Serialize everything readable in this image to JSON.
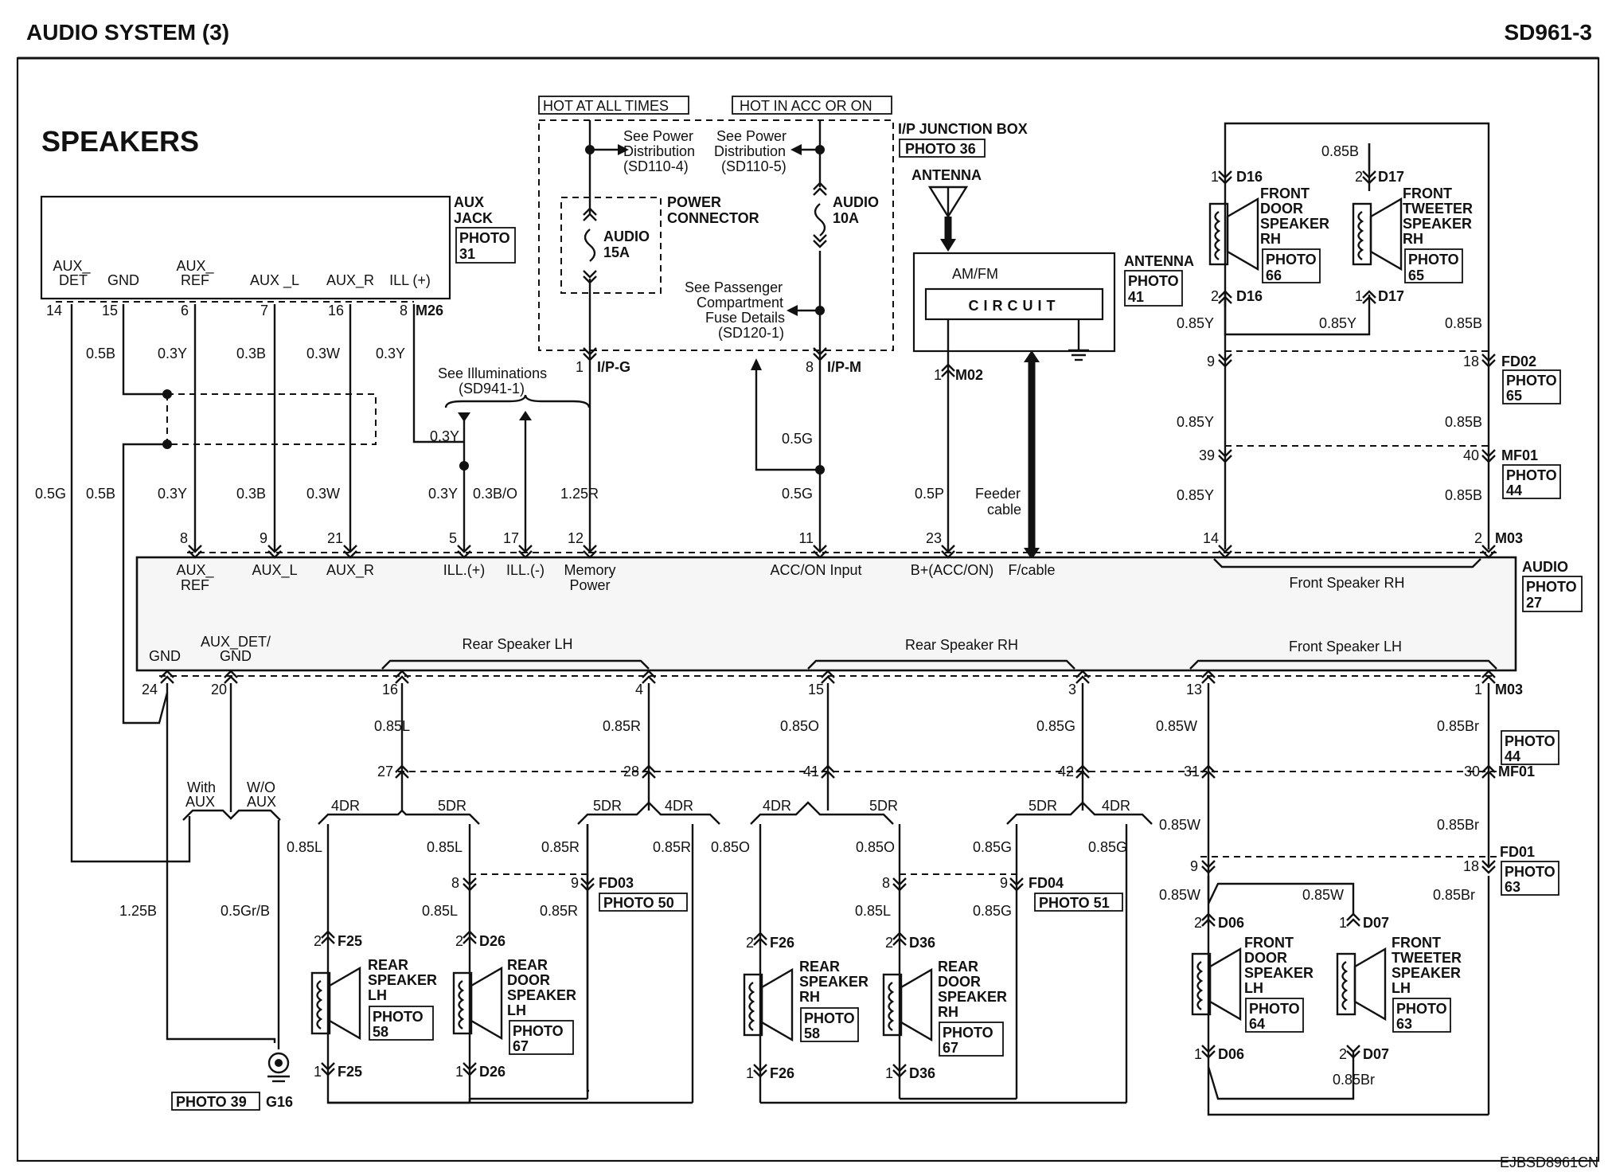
{
  "header": {
    "title": "AUDIO SYSTEM (3)",
    "code": "SD961-3"
  },
  "section_title": "SPEAKERS",
  "footer_code": "EJBSD8961CN",
  "power": {
    "hot_all": "HOT AT ALL TIMES",
    "hot_acc": "HOT IN ACC OR ON",
    "jbox": "I/P JUNCTION BOX",
    "jbox_photo": "PHOTO 36",
    "power_conn": [
      "POWER",
      "CONNECTOR"
    ],
    "fuse15": [
      "AUDIO",
      "15A"
    ],
    "fuse10": [
      "AUDIO",
      "10A"
    ],
    "see_pd1": [
      "See Power",
      "Distribution",
      "(SD110-4)"
    ],
    "see_pd2": [
      "See Power",
      "Distribution",
      "(SD110-5)"
    ],
    "see_pass": [
      "See Passenger",
      "Compartment",
      "Fuse Details",
      "(SD120-1)"
    ],
    "conn_ipg": "I/P-G",
    "conn_ipm": "I/P-M",
    "pin1": "1",
    "pin8": "8"
  },
  "aux_jack": {
    "label": [
      "AUX",
      "JACK"
    ],
    "photo": [
      "PHOTO",
      "31"
    ],
    "conn": "M26",
    "pins": [
      {
        "label1": "AUX_",
        "label2": "DET",
        "num": "14"
      },
      {
        "label1": "",
        "label2": "GND",
        "num": "15"
      },
      {
        "label1": "AUX_",
        "label2": "REF",
        "num": "6"
      },
      {
        "label1": "",
        "label2": "AUX _L",
        "num": "7"
      },
      {
        "label1": "",
        "label2": "AUX_R",
        "num": "16"
      },
      {
        "label1": "",
        "label2": "ILL (+)",
        "num": "8"
      }
    ],
    "wire_top": [
      "0.5B",
      "0.3Y",
      "0.3B",
      "0.3W",
      "0.3Y"
    ],
    "wire_bottom": [
      "0.5G",
      "0.5B",
      "0.3Y",
      "0.3B",
      "0.3W"
    ]
  },
  "illum": {
    "text": [
      "See Illuminations",
      "(SD941-1)"
    ],
    "w1": "0.3Y",
    "w2": "0.3Y",
    "w3": "0.3B/O"
  },
  "wires_mid": {
    "w125r": "1.25R",
    "w05g_a": "0.5G",
    "w05g_b": "0.5G",
    "w05p": "0.5P",
    "feeder": [
      "Feeder",
      "cable"
    ]
  },
  "antenna": {
    "label": "ANTENNA",
    "box_label": "ANTENNA",
    "photo": [
      "PHOTO",
      "41"
    ],
    "amfm": "AM/FM",
    "circuit": "CIRCUIT",
    "conn": "M02",
    "pin": "1"
  },
  "audio_unit": {
    "label": "AUDIO",
    "photo": [
      "PHOTO",
      "27"
    ],
    "conn_top": "M03",
    "conn_bottom": "M03",
    "top_pins": [
      "8",
      "9",
      "21",
      "5",
      "17",
      "12",
      "11",
      "23",
      "14",
      "2"
    ],
    "top_labels": [
      [
        "AUX_",
        "REF"
      ],
      [
        "AUX_L"
      ],
      [
        "AUX_R"
      ],
      [
        "ILL.(+)"
      ],
      [
        "ILL.(-)"
      ],
      [
        "Memory",
        "Power"
      ],
      [
        "ACC/ON Input"
      ],
      [
        "B+(ACC/ON)"
      ],
      [
        "F/cable"
      ]
    ],
    "front_rh": "Front Speaker RH",
    "bottom_left": [
      "GND",
      "AUX_DET/",
      "GND"
    ],
    "bottom_pins": [
      "24",
      "20",
      "16",
      "4",
      "15",
      "3",
      "13",
      "1"
    ],
    "groups": [
      "Rear Speaker LH",
      "Rear Speaker RH",
      "Front Speaker LH"
    ]
  },
  "front_rh": {
    "door": {
      "conn": "D16",
      "pin_top": "1",
      "pin_bot": "2",
      "name": [
        "FRONT",
        "DOOR",
        "SPEAKER",
        "RH"
      ],
      "photo": [
        "PHOTO",
        "66"
      ]
    },
    "tweeter": {
      "conn": "D17",
      "pin_top": "2",
      "pin_bot": "1",
      "name": [
        "FRONT",
        "TWEETER",
        "SPEAKER",
        "RH"
      ],
      "photo": [
        "PHOTO",
        "65"
      ]
    },
    "wires": [
      "0.85B",
      "0.85Y",
      "0.85Y",
      "0.85B",
      "0.85Y",
      "0.85B",
      "0.85Y",
      "0.85B"
    ],
    "fd02": {
      "conn": "FD02",
      "p1": "9",
      "p2": "18",
      "photo": [
        "PHOTO",
        "65"
      ]
    },
    "mf01": {
      "conn": "MF01",
      "p1": "39",
      "p2": "40",
      "photo": [
        "PHOTO",
        "44"
      ]
    }
  },
  "bottom": {
    "aux_sel": {
      "with": [
        "With",
        "AUX"
      ],
      "wo": [
        "W/O",
        "AUX"
      ]
    },
    "wires_left": [
      "1.25B",
      "0.5Gr/B"
    ],
    "ground": {
      "photo": "PHOTO 39",
      "conn": "G16"
    },
    "mf01_photo": [
      "PHOTO",
      "44"
    ],
    "mf01": "MF01",
    "mf01_pins": [
      "27",
      "28",
      "41",
      "42",
      "31",
      "30"
    ],
    "mid_wires": [
      "0.85L",
      "0.85R",
      "0.85O",
      "0.85G",
      "0.85W",
      "0.85Br"
    ],
    "door_labels": [
      "4DR",
      "5DR",
      "5DR",
      "4DR",
      "4DR",
      "5DR",
      "5DR",
      "4DR"
    ],
    "rlh": {
      "w": [
        "0.85L",
        "0.85L",
        "0.85R",
        "0.85R",
        "0.85L",
        "0.85R"
      ],
      "fd03": {
        "conn": "FD03",
        "p1": "8",
        "p2": "9",
        "photo": "PHOTO 50"
      },
      "spk": {
        "conn": "F25",
        "pt": "2",
        "pb": "1",
        "name": [
          "REAR",
          "SPEAKER",
          "LH"
        ],
        "photo": [
          "PHOTO",
          "58"
        ]
      },
      "door": {
        "conn": "D26",
        "pt": "2",
        "pb": "1",
        "name": [
          "REAR",
          "DOOR",
          "SPEAKER",
          "LH"
        ],
        "photo": [
          "PHOTO",
          "67"
        ]
      }
    },
    "rrh": {
      "w": [
        "0.85O",
        "0.85O",
        "0.85G",
        "0.85G",
        "0.85L",
        "0.85G"
      ],
      "fd04": {
        "conn": "FD04",
        "p1": "8",
        "p2": "9",
        "photo": "PHOTO 51"
      },
      "spk": {
        "conn": "F26",
        "pt": "2",
        "pb": "1",
        "name": [
          "REAR",
          "SPEAKER",
          "RH"
        ],
        "photo": [
          "PHOTO",
          "58"
        ]
      },
      "door": {
        "conn": "D36",
        "pt": "2",
        "pb": "1",
        "name": [
          "REAR",
          "DOOR",
          "SPEAKER",
          "RH"
        ],
        "photo": [
          "PHOTO",
          "67"
        ]
      }
    },
    "flh": {
      "w": [
        "0.85W",
        "0.85Br",
        "0.85W",
        "0.85W",
        "0.85Br",
        "0.85Br"
      ],
      "fd01": {
        "conn": "FD01",
        "p1": "9",
        "p2": "18",
        "photo": [
          "PHOTO",
          "63"
        ]
      },
      "door": {
        "conn_top": "D06",
        "conn_bot": "D06",
        "pt": "2",
        "pb": "1",
        "name": [
          "FRONT",
          "DOOR",
          "SPEAKER",
          "LH"
        ],
        "photo": [
          "PHOTO",
          "64"
        ]
      },
      "tweeter": {
        "conn_top": "D07",
        "conn_bot": "D07",
        "pt": "1",
        "pb": "2",
        "name": [
          "FRONT",
          "TWEETER",
          "SPEAKER",
          "LH"
        ],
        "photo": [
          "PHOTO",
          "63"
        ]
      }
    }
  }
}
